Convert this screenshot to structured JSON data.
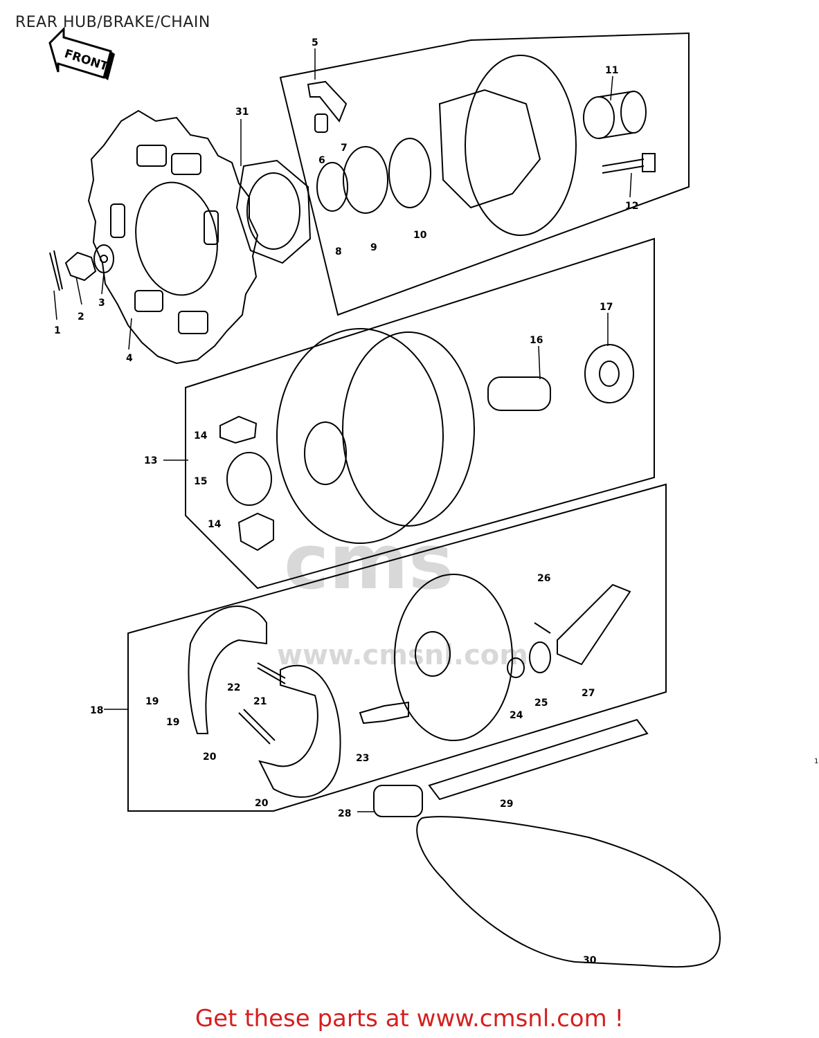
{
  "diagram": {
    "title": "REAR HUB/BRAKE/CHAIN",
    "front_marker": "FRONT",
    "footer_text": "Get these parts at www.cmsnl.com !",
    "watermark": {
      "logo": "cms",
      "url": "www.cmsnl.com"
    },
    "page_stamp": "1",
    "callouts": [
      {
        "id": "1",
        "label": "1"
      },
      {
        "id": "2",
        "label": "2"
      },
      {
        "id": "3",
        "label": "3"
      },
      {
        "id": "4",
        "label": "4"
      },
      {
        "id": "5",
        "label": "5"
      },
      {
        "id": "6",
        "label": "6"
      },
      {
        "id": "7",
        "label": "7"
      },
      {
        "id": "8",
        "label": "8"
      },
      {
        "id": "9",
        "label": "9"
      },
      {
        "id": "10",
        "label": "10"
      },
      {
        "id": "11",
        "label": "11"
      },
      {
        "id": "12",
        "label": "12"
      },
      {
        "id": "13",
        "label": "13"
      },
      {
        "id": "14a",
        "label": "14"
      },
      {
        "id": "14b",
        "label": "14"
      },
      {
        "id": "15",
        "label": "15"
      },
      {
        "id": "16",
        "label": "16"
      },
      {
        "id": "17",
        "label": "17"
      },
      {
        "id": "18",
        "label": "18"
      },
      {
        "id": "19a",
        "label": "19"
      },
      {
        "id": "19b",
        "label": "19"
      },
      {
        "id": "20a",
        "label": "20"
      },
      {
        "id": "20b",
        "label": "20"
      },
      {
        "id": "21",
        "label": "21"
      },
      {
        "id": "22",
        "label": "22"
      },
      {
        "id": "23",
        "label": "23"
      },
      {
        "id": "24",
        "label": "24"
      },
      {
        "id": "25",
        "label": "25"
      },
      {
        "id": "26",
        "label": "26"
      },
      {
        "id": "27",
        "label": "27"
      },
      {
        "id": "28",
        "label": "28"
      },
      {
        "id": "29",
        "label": "29"
      },
      {
        "id": "30",
        "label": "30"
      },
      {
        "id": "31",
        "label": "31"
      }
    ]
  },
  "colors": {
    "line": "#000000",
    "footer": "#d61f1f",
    "watermark": "#d8d8d8"
  }
}
